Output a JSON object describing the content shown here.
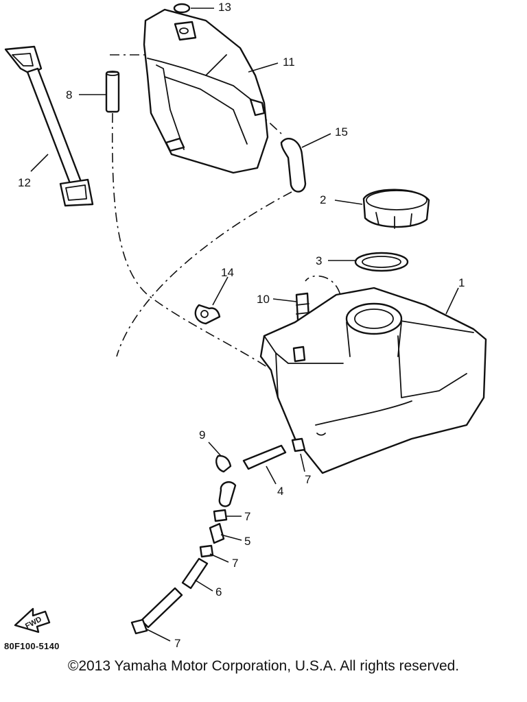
{
  "diagram": {
    "callouts": [
      "13",
      "11",
      "8",
      "15",
      "12",
      "2",
      "3",
      "14",
      "10",
      "1",
      "9",
      "7",
      "4",
      "7",
      "5",
      "7",
      "6",
      "7"
    ],
    "fwd_label": "FWD",
    "code": "80F100-5140"
  },
  "footer": {
    "copyright": "©2013 Yamaha Motor Corporation, U.S.A. All rights reserved."
  }
}
